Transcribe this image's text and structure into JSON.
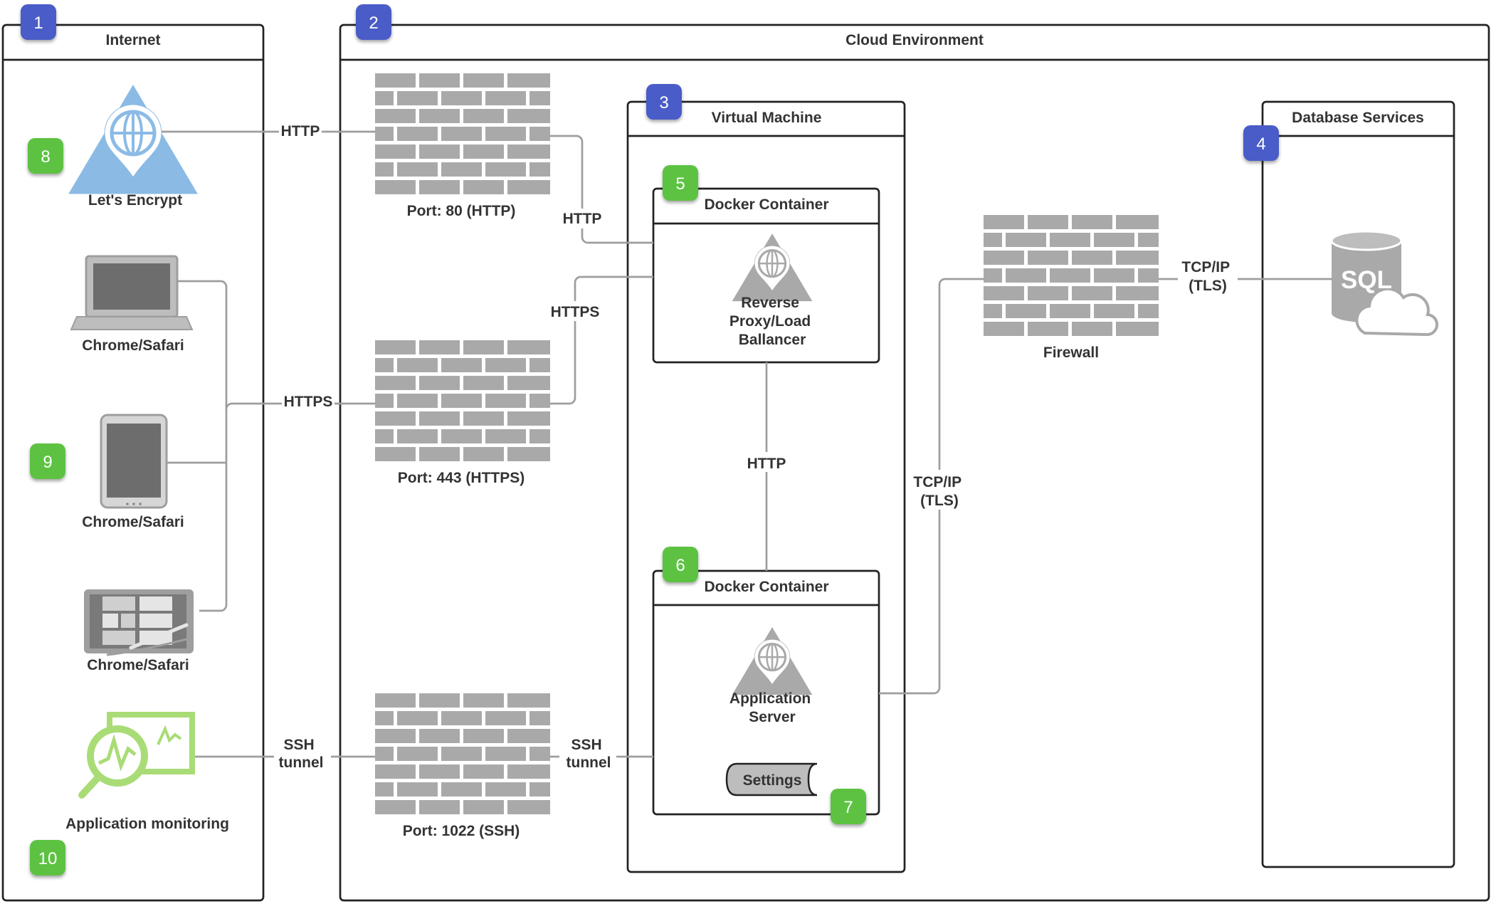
{
  "colors": {
    "badge_blue": "#4a5cc7",
    "badge_green": "#5dc243",
    "icon_blue": "#8bbbe5",
    "icon_gray": "#a9a9a9",
    "monitor_green": "#a9dc76",
    "text": "#333333",
    "connector": "#9e9e9e"
  },
  "containers": {
    "internet": {
      "title": "Internet",
      "badge": "1"
    },
    "cloud": {
      "title": "Cloud Environment",
      "badge": "2"
    },
    "vm": {
      "title": "Virtual Machine",
      "badge": "3"
    },
    "database": {
      "title": "Database Services",
      "badge": "4"
    },
    "docker_proxy": {
      "title": "Docker Container",
      "badge": "5"
    },
    "docker_app": {
      "title": "Docker Container",
      "badge": "6"
    }
  },
  "nodes": {
    "lets_encrypt": {
      "label": "Let's Encrypt",
      "badge": "8",
      "icon": "globe-triangle-icon"
    },
    "chrome_laptop": {
      "label": "Chrome/Safari",
      "icon": "laptop-icon"
    },
    "chrome_tablet": {
      "label": "Chrome/Safari",
      "icon": "tablet-icon"
    },
    "chrome_surface": {
      "label": "Chrome/Safari",
      "icon": "surface-tablet-icon"
    },
    "clients_badge": "9",
    "monitoring": {
      "label": "Application monitoring",
      "badge": "10",
      "icon": "monitoring-icon"
    },
    "fw_http": {
      "label": "Port: 80 (HTTP)",
      "icon": "firewall-icon"
    },
    "fw_https": {
      "label": "Port: 443 (HTTPS)",
      "icon": "firewall-icon"
    },
    "fw_ssh": {
      "label": "Port: 1022 (SSH)",
      "icon": "firewall-icon"
    },
    "fw_db": {
      "label": "Firewall",
      "icon": "firewall-icon"
    },
    "proxy": {
      "label_lines": [
        "Reverse",
        "Proxy/Load",
        "Ballancer"
      ],
      "icon": "globe-triangle-icon"
    },
    "app_server": {
      "label_lines": [
        "Application",
        "Server"
      ],
      "icon": "globe-triangle-icon"
    },
    "settings": {
      "label": "Settings",
      "badge": "7",
      "icon": "scroll-icon"
    },
    "sql": {
      "label": "SQL",
      "icon": "sql-cloud-database-icon"
    }
  },
  "connections": {
    "http_letsencrypt": "HTTP",
    "http_to_proxy": "HTTP",
    "https_clients": "HTTPS",
    "https_to_proxy": "HTTPS",
    "http_proxy_app": "HTTP",
    "ssh_monitor": [
      "SSH",
      "tunnel"
    ],
    "ssh_to_app": [
      "SSH",
      "tunnel"
    ],
    "tcp_app_fw": [
      "TCP/IP",
      "(TLS)"
    ],
    "tcp_fw_db": [
      "TCP/IP",
      "(TLS)"
    ]
  }
}
